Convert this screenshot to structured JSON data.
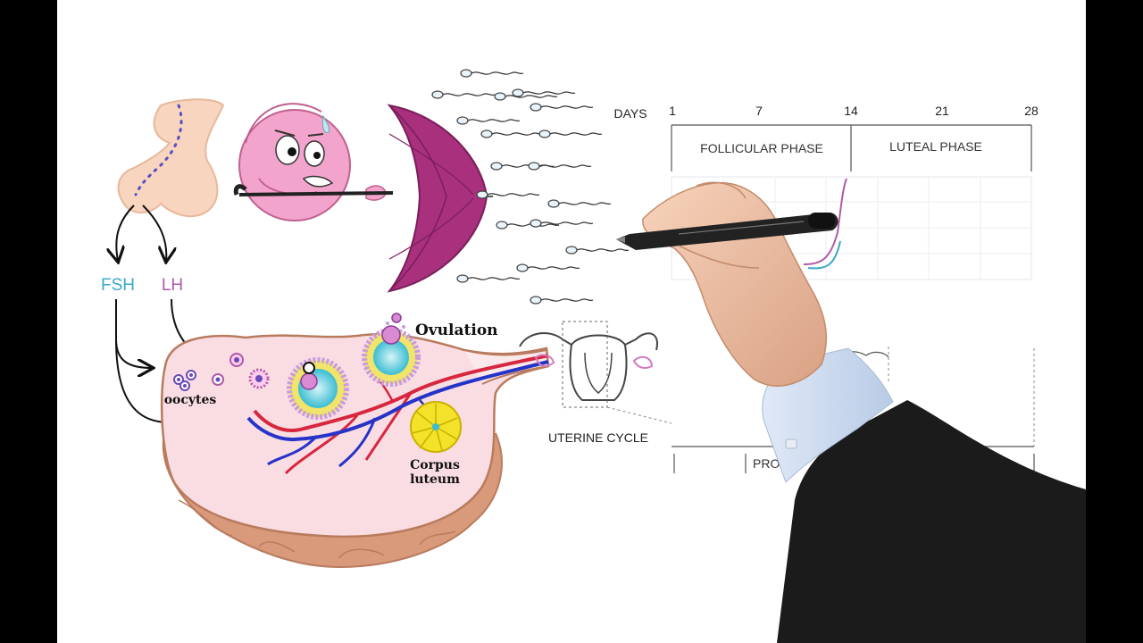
{
  "hormones": {
    "fsh": "FSH",
    "lh": "LH"
  },
  "ovary": {
    "oocytes": "oocytes",
    "ovulation": "Ovulation",
    "corpus_luteum_line1": "Corpus",
    "corpus_luteum_line2": "luteum"
  },
  "uterus": {
    "label": "UTERINE CYCLE"
  },
  "cycle_table": {
    "days_label": "DAYS",
    "day_ticks": [
      "1",
      "7",
      "14",
      "21",
      "28"
    ],
    "phase_follicular": "FOLLICULAR PHASE",
    "phase_luteal": "LUTEAL PHASE",
    "bottom_partial": "PROLI"
  },
  "colors": {
    "fsh": "#3aa9c9",
    "lh": "#b05aa8",
    "umbrella": "#a8307d",
    "ovary_fill": "#f9dde3",
    "ovary_outer": "#d99a7c",
    "corpus_luteum": "#f2e32a"
  }
}
